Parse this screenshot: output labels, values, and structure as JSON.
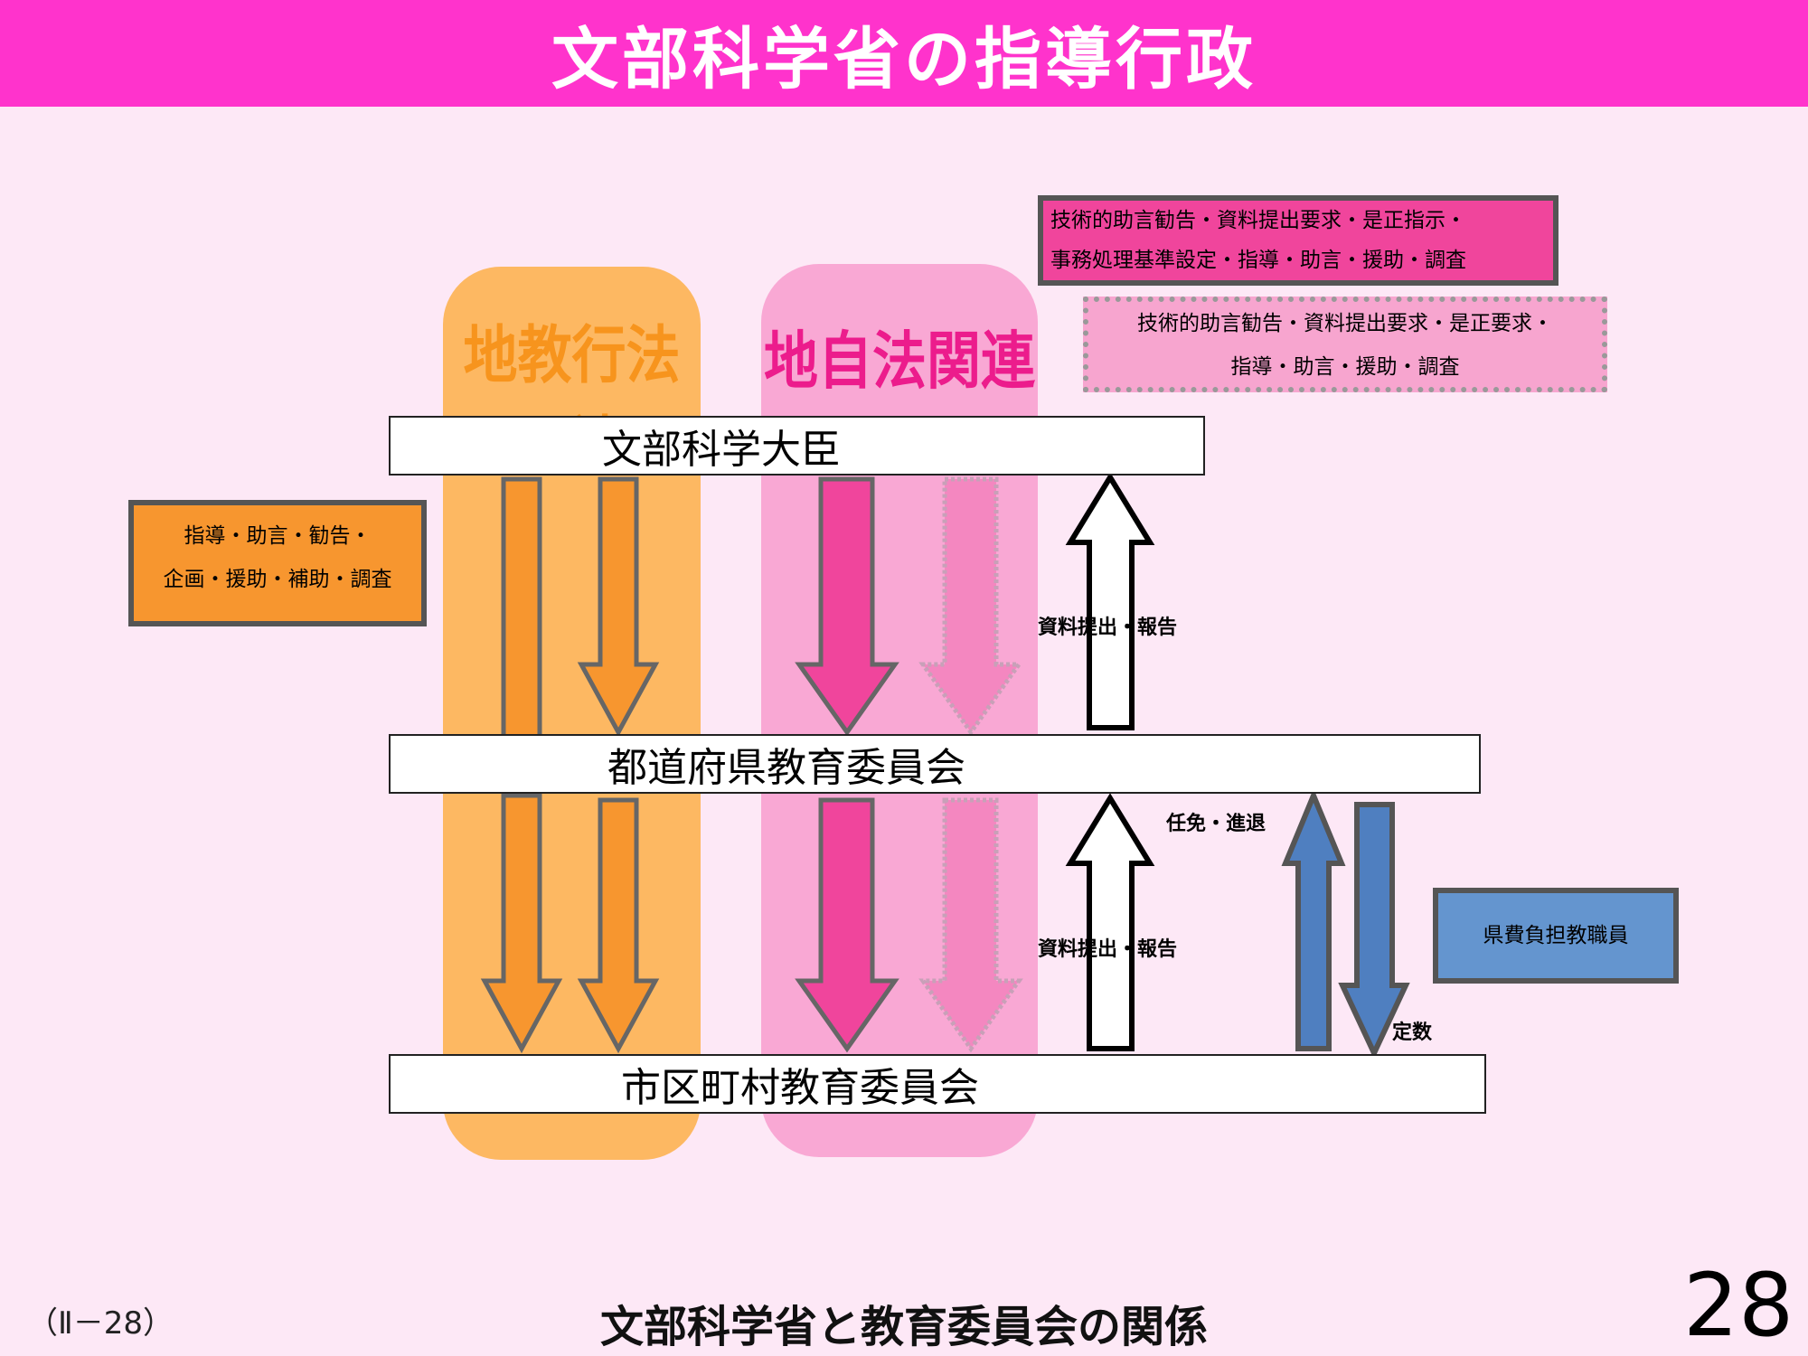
{
  "title": "文部科学省の指導行政",
  "columns": {
    "chikyo_label": "地教行法関連",
    "jichi_label": "地自法関連"
  },
  "levels": {
    "minister": "文部科学大臣",
    "prefecture_board": "都道府県教育委員会",
    "municipal_board": "市区町村教育委員会"
  },
  "notes": {
    "orange_line1": "指導・助言・勧告・",
    "orange_line2": "企画・援助・補助・調査",
    "pink_solid_line1": "技術的助言勧告・資料提出要求・是正指示・",
    "pink_solid_line2": "事務処理基準設定・指導・助言・援助・調査",
    "pink_dotted_line1": "技術的助言勧告・資料提出要求・是正要求・",
    "pink_dotted_line2": "指導・助言・援助・調査",
    "blue": "県費負担教職員"
  },
  "arrow_labels": {
    "report_upper": "資料提出・報告",
    "report_lower": "資料提出・報告",
    "appointment": "任免・進退",
    "quota": "定数"
  },
  "footer": {
    "ref": "（Ⅱ－28）",
    "subtitle": "文部科学省と教育委員会の関係",
    "page": "28"
  },
  "colors": {
    "title_bar": "#ff33cc",
    "orange": "#f7962f",
    "pink": "#f0459c",
    "blue": "#4f7fc0"
  }
}
